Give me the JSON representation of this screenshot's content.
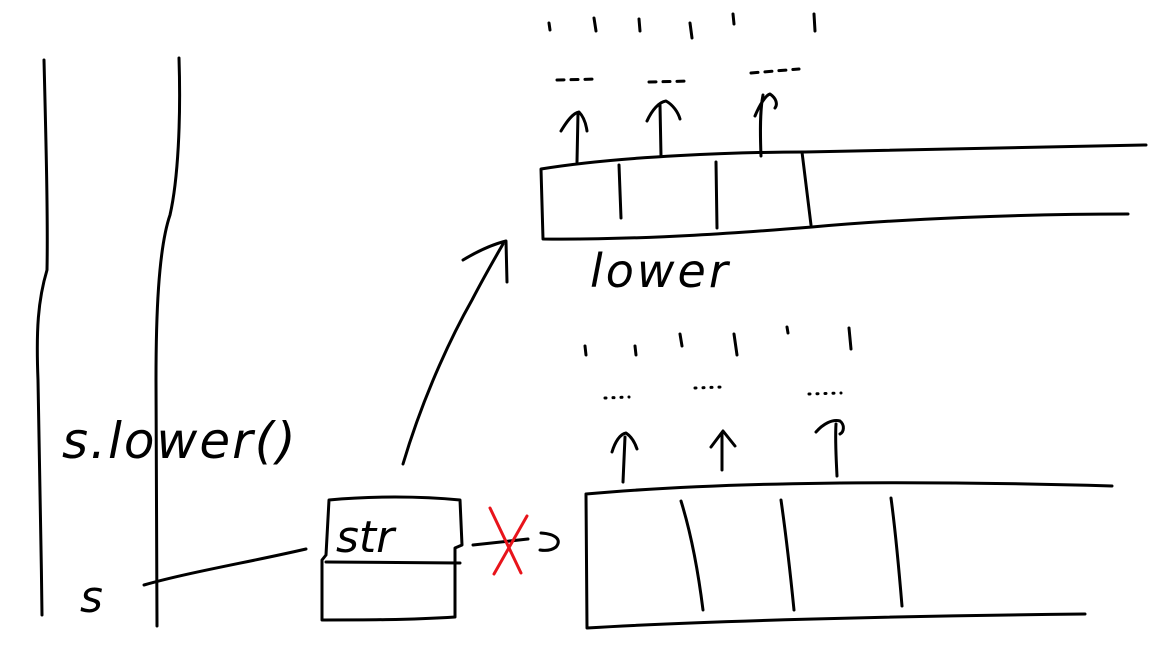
{
  "labels": {
    "expression": "s.lower()",
    "variable": "s",
    "type_label": "str",
    "result_label": "lower"
  },
  "colors": {
    "ink": "#000000",
    "cross": "#e8141b",
    "background": "#ffffff"
  }
}
